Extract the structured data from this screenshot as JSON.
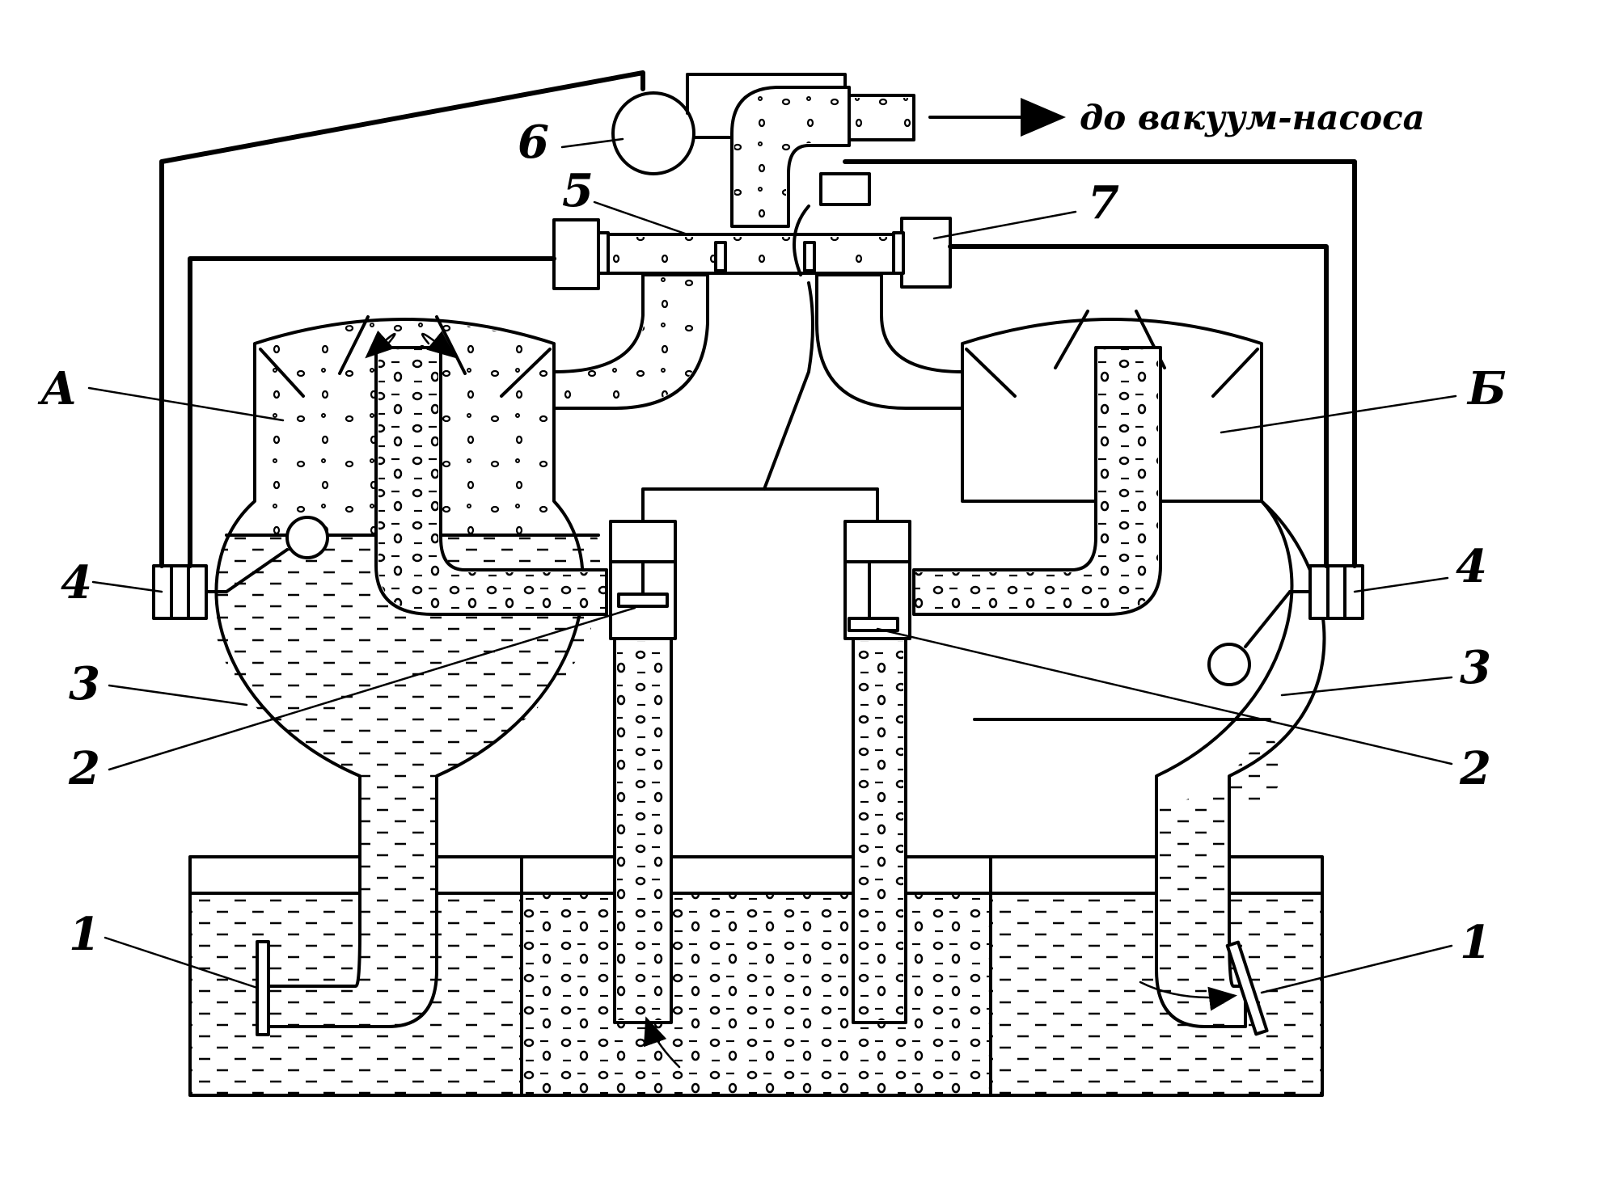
{
  "labels": {
    "vacuum": "до вакуум-насоса",
    "chamber_a": "А",
    "chamber_b": "Б",
    "n1": "1",
    "n2": "2",
    "n3": "3",
    "n4": "4",
    "n5": "5",
    "n6": "6",
    "n7": "7"
  },
  "colors": {
    "ink": "#000000",
    "paper": "#ffffff"
  }
}
